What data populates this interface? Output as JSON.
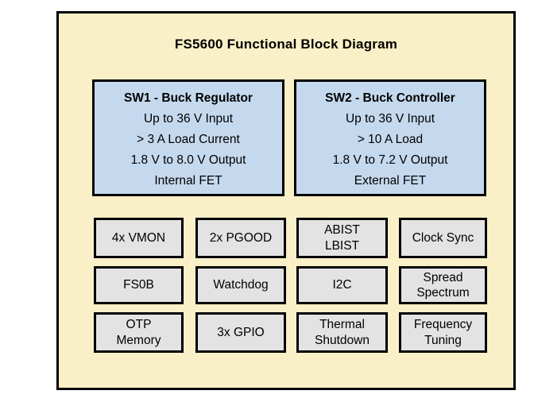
{
  "colors": {
    "page_background": "#ffffff",
    "diagram_background": "#faf0c8",
    "feature_box_background": "#c5d9ee",
    "module_box_background": "#e3e3e3",
    "border": "#000000",
    "text": "#000000"
  },
  "title": "FS5600 Functional Block Diagram",
  "feature_boxes": {
    "sw1": {
      "title": "SW1 - Buck Regulator",
      "lines": [
        "Up to 36 V Input",
        "> 3 A Load Current",
        "1.8 V to 8.0 V Output",
        "Internal FET"
      ]
    },
    "sw2": {
      "title": "SW2 - Buck Controller",
      "lines": [
        "Up to 36 V Input",
        "> 10 A Load",
        "1.8 V to 7.2 V Output",
        "External FET"
      ]
    }
  },
  "module_grid": {
    "rows": [
      [
        "4x VMON",
        "2x PGOOD",
        "ABIST\nLBIST",
        "Clock Sync"
      ],
      [
        "FS0B",
        "Watchdog",
        "I2C",
        "Spread\nSpectrum"
      ],
      [
        "OTP\nMemory",
        "3x GPIO",
        "Thermal\nShutdown",
        "Frequency\nTuning"
      ]
    ]
  }
}
